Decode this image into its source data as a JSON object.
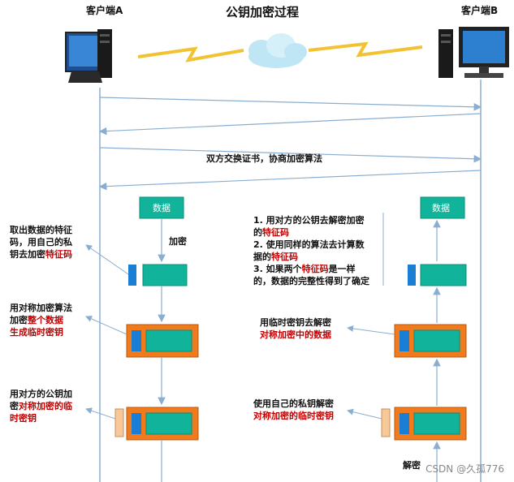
{
  "title": "公钥加密过程",
  "client_a_label": "客户端A",
  "client_b_label": "客户端B",
  "exchange_label": "双方交换证书，协商加密算法",
  "data_label": "数据",
  "encrypt_label": "加密",
  "decrypt_label": "解密",
  "left_notes": {
    "note1": [
      "取出数据的特征",
      "码，用自己的私",
      "钥去加密",
      "特征码"
    ],
    "note2": [
      "用对称加密算法",
      "加密",
      "整个数据",
      "生成临时密钥"
    ],
    "note3": [
      "用对方的公钥加",
      "密",
      "对称加密的临",
      "时密钥"
    ]
  },
  "right_notes": {
    "note1": [
      "1. 用对方的公钥去解密加密",
      "的",
      "特征码",
      "2. 使用同样的算法去计算数",
      "据的",
      "特征码",
      "3. 如果两个",
      "特征码",
      "是一样",
      "的，数据的完整性得到了确定"
    ],
    "note2": [
      "用临时密钥去解密",
      "对称加密中的数据"
    ],
    "note3": [
      "使用自己的私钥解密",
      "对称加密的临时密钥"
    ]
  },
  "watermark": "CSDN @久孤776",
  "colors": {
    "teal": "#11b39a",
    "blue": "#1a7fd4",
    "orange": "#f07a1c",
    "peach": "#f8c898",
    "line": "#8aaed0",
    "red": "#c00000",
    "lightning": "#f2c230"
  }
}
